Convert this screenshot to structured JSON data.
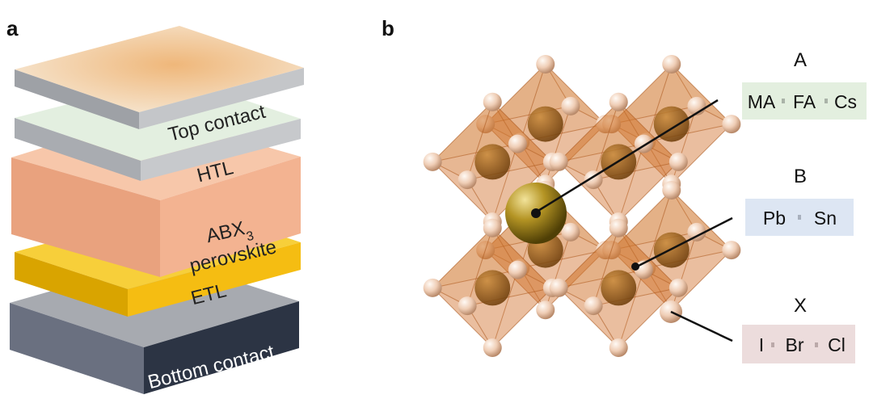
{
  "panels": {
    "a": {
      "letter": "a"
    },
    "b": {
      "letter": "b"
    }
  },
  "stack": {
    "top_contact": "Top contact",
    "htl": "HTL",
    "perovskite_line1_main": "ABX",
    "perovskite_line1_sub": "3",
    "perovskite_line2": "perovskite",
    "etl": "ETL",
    "bottom_contact": "Bottom contact"
  },
  "sites": {
    "A": {
      "letter": "A",
      "elements": [
        "MA",
        "FA",
        "Cs"
      ],
      "color": "#e3efdf"
    },
    "B": {
      "letter": "B",
      "elements": [
        "Pb",
        "Sn"
      ],
      "color": "#dde6f3"
    },
    "X": {
      "letter": "X",
      "elements": [
        "I",
        "Br",
        "Cl"
      ],
      "color": "#ecdcdc"
    }
  },
  "colors": {
    "top_contact": "#f3dcc0",
    "htl": "#e2eee0",
    "perovskite": "#f3b391",
    "etl": "#f7c21b",
    "bottom_contact": "#9a9da3",
    "octahedron": "#d0742c",
    "b_cation": "#9a5a14",
    "a_cation": "#b59a2e",
    "x_anion": "#f1d2bd"
  }
}
